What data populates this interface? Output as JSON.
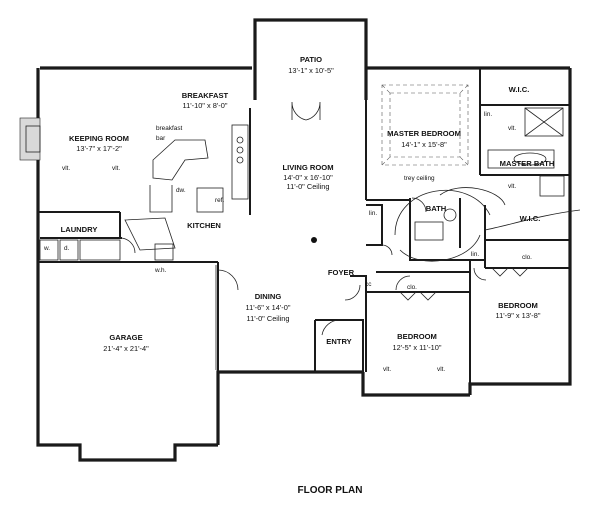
{
  "plan_title": "FLOOR PLAN",
  "rooms": {
    "patio": {
      "name": "PATIO",
      "dims": "13'-1\" x 10'-5\""
    },
    "breakfast": {
      "name": "BREAKFAST",
      "dims": "11'-10\" x 8'-0\""
    },
    "keeping_room": {
      "name": "KEEPING ROOM",
      "dims": "13'-7\" x 17'-2\""
    },
    "living_room": {
      "name": "LIVING ROOM",
      "dims": "14'-0\" x 16'-10\"",
      "ceiling": "11'-0\" Ceiling"
    },
    "master_bedroom": {
      "name": "MASTER BEDROOM",
      "dims": "14'-1\" x 15'-8\""
    },
    "wic_top": {
      "name": "W.I.C."
    },
    "master_bath": {
      "name": "MASTER BATH"
    },
    "kitchen": {
      "name": "KITCHEN"
    },
    "laundry": {
      "name": "LAUNDRY"
    },
    "bath": {
      "name": "BATH"
    },
    "wic_lower": {
      "name": "W.I.C."
    },
    "foyer": {
      "name": "FOYER"
    },
    "dining": {
      "name": "DINING",
      "dims": "11'-6\" x 14'-0\"",
      "ceiling": "11'-0\" Ceiling"
    },
    "garage": {
      "name": "GARAGE",
      "dims": "21'-4\" x 21'-4\""
    },
    "entry": {
      "name": "ENTRY"
    },
    "bedroom_front": {
      "name": "BEDROOM",
      "dims": "12'-5\" x 11'-10\""
    },
    "bedroom_right": {
      "name": "BEDROOM",
      "dims": "11'-9\" x 13'-8\""
    }
  },
  "labels": {
    "breakfast_bar_1": "breakfast",
    "breakfast_bar_2": "bar",
    "dw": "dw.",
    "ref": "ref.",
    "vlt": "vlt.",
    "trey_ceiling": "trey ceiling",
    "lin": "lin.",
    "clo": "clo.",
    "cc": "cc",
    "w": "w.",
    "d": "d.",
    "wh": "w.h."
  }
}
